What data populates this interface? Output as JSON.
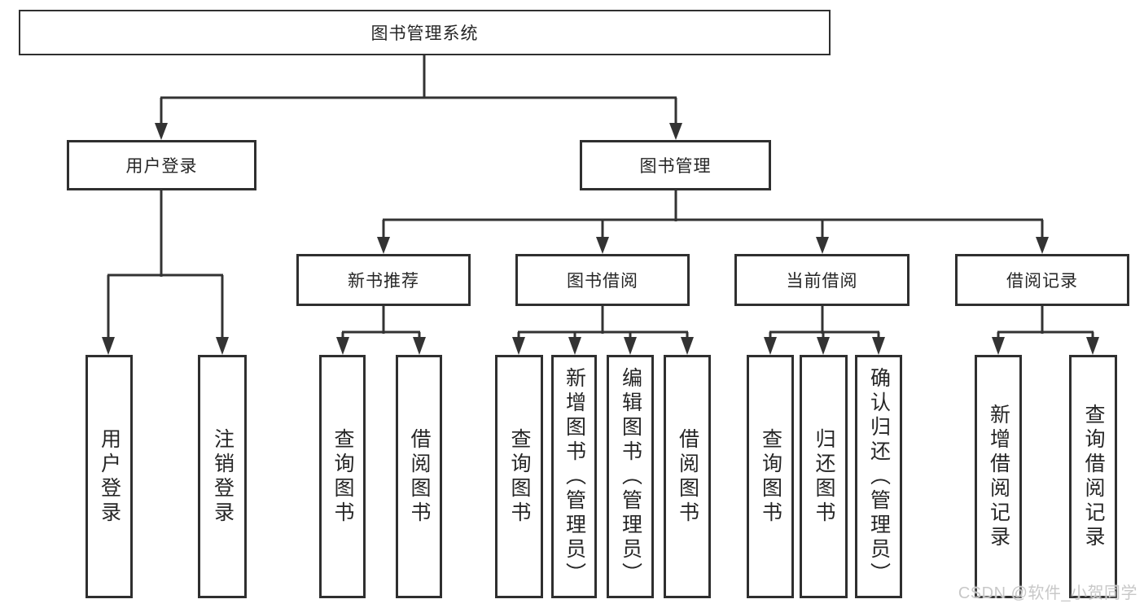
{
  "tree": {
    "root": {
      "label": "图书管理系统"
    },
    "branches": [
      {
        "label": "用户登录",
        "children": [
          {
            "label": "用户登录"
          },
          {
            "label": "注销登录"
          }
        ]
      },
      {
        "label": "图书管理",
        "children": [
          {
            "label": "新书推荐",
            "children": [
              {
                "label": "查询图书"
              },
              {
                "label": "借阅图书"
              }
            ]
          },
          {
            "label": "图书借阅",
            "children": [
              {
                "label": "查询图书"
              },
              {
                "label": "新增图书（管理员）"
              },
              {
                "label": "编辑图书（管理员）"
              },
              {
                "label": "借阅图书"
              }
            ]
          },
          {
            "label": "当前借阅",
            "children": [
              {
                "label": "查询图书"
              },
              {
                "label": "归还图书"
              },
              {
                "label": "确认归还（管理员）"
              }
            ]
          },
          {
            "label": "借阅记录",
            "children": [
              {
                "label": "新增借阅记录"
              },
              {
                "label": "查询借阅记录"
              }
            ]
          }
        ]
      }
    ]
  },
  "watermark": {
    "text": "CSDN @软件_小贺同学"
  },
  "colors": {
    "line": "#333333",
    "border": "#2f2f2f",
    "text": "#262626",
    "background": "#ffffff",
    "watermark": "#c8c8c8"
  }
}
